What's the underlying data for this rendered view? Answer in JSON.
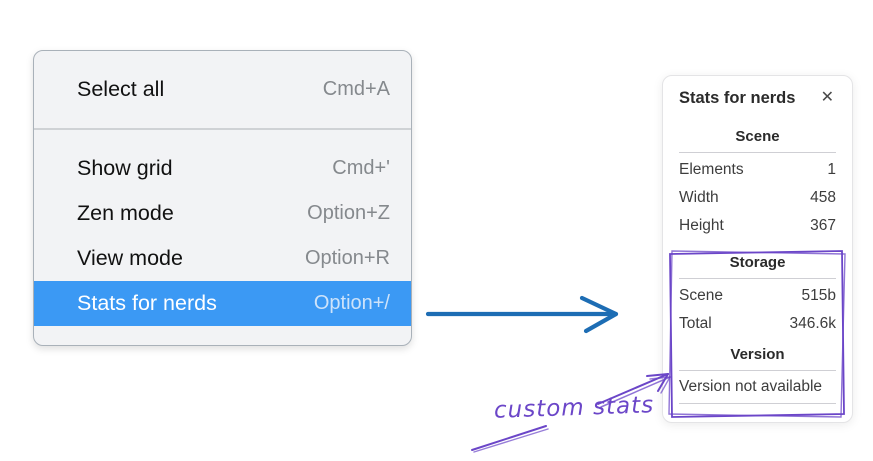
{
  "colors": {
    "selection_blue": "#3b99f4",
    "selected_shortcut": "#cde3fa",
    "arrow_blue": "#1d6db4",
    "annotation_purple": "#6b46c8",
    "menu_bg": "#f2f3f5",
    "menu_border": "#a9b1b9"
  },
  "context_menu": {
    "items": [
      {
        "label": "Select all",
        "shortcut": "Cmd+A",
        "selected": false
      },
      {
        "label": "Show grid",
        "shortcut": "Cmd+'",
        "selected": false
      },
      {
        "label": "Zen mode",
        "shortcut": "Option+Z",
        "selected": false
      },
      {
        "label": "View mode",
        "shortcut": "Option+R",
        "selected": false
      },
      {
        "label": "Stats for nerds",
        "shortcut": "Option+/",
        "selected": true
      }
    ]
  },
  "stats_panel": {
    "title": "Stats for nerds",
    "close_icon": "✕",
    "sections": [
      {
        "heading": "Scene",
        "rows": [
          {
            "label": "Elements",
            "value": "1"
          },
          {
            "label": "Width",
            "value": "458"
          },
          {
            "label": "Height",
            "value": "367"
          }
        ]
      },
      {
        "heading": "Storage",
        "rows": [
          {
            "label": "Scene",
            "value": "515b"
          },
          {
            "label": "Total",
            "value": "346.6k"
          }
        ]
      },
      {
        "heading": "Version",
        "note": "Version not available"
      }
    ]
  },
  "annotations": {
    "custom_stats_label": "custom stats"
  }
}
